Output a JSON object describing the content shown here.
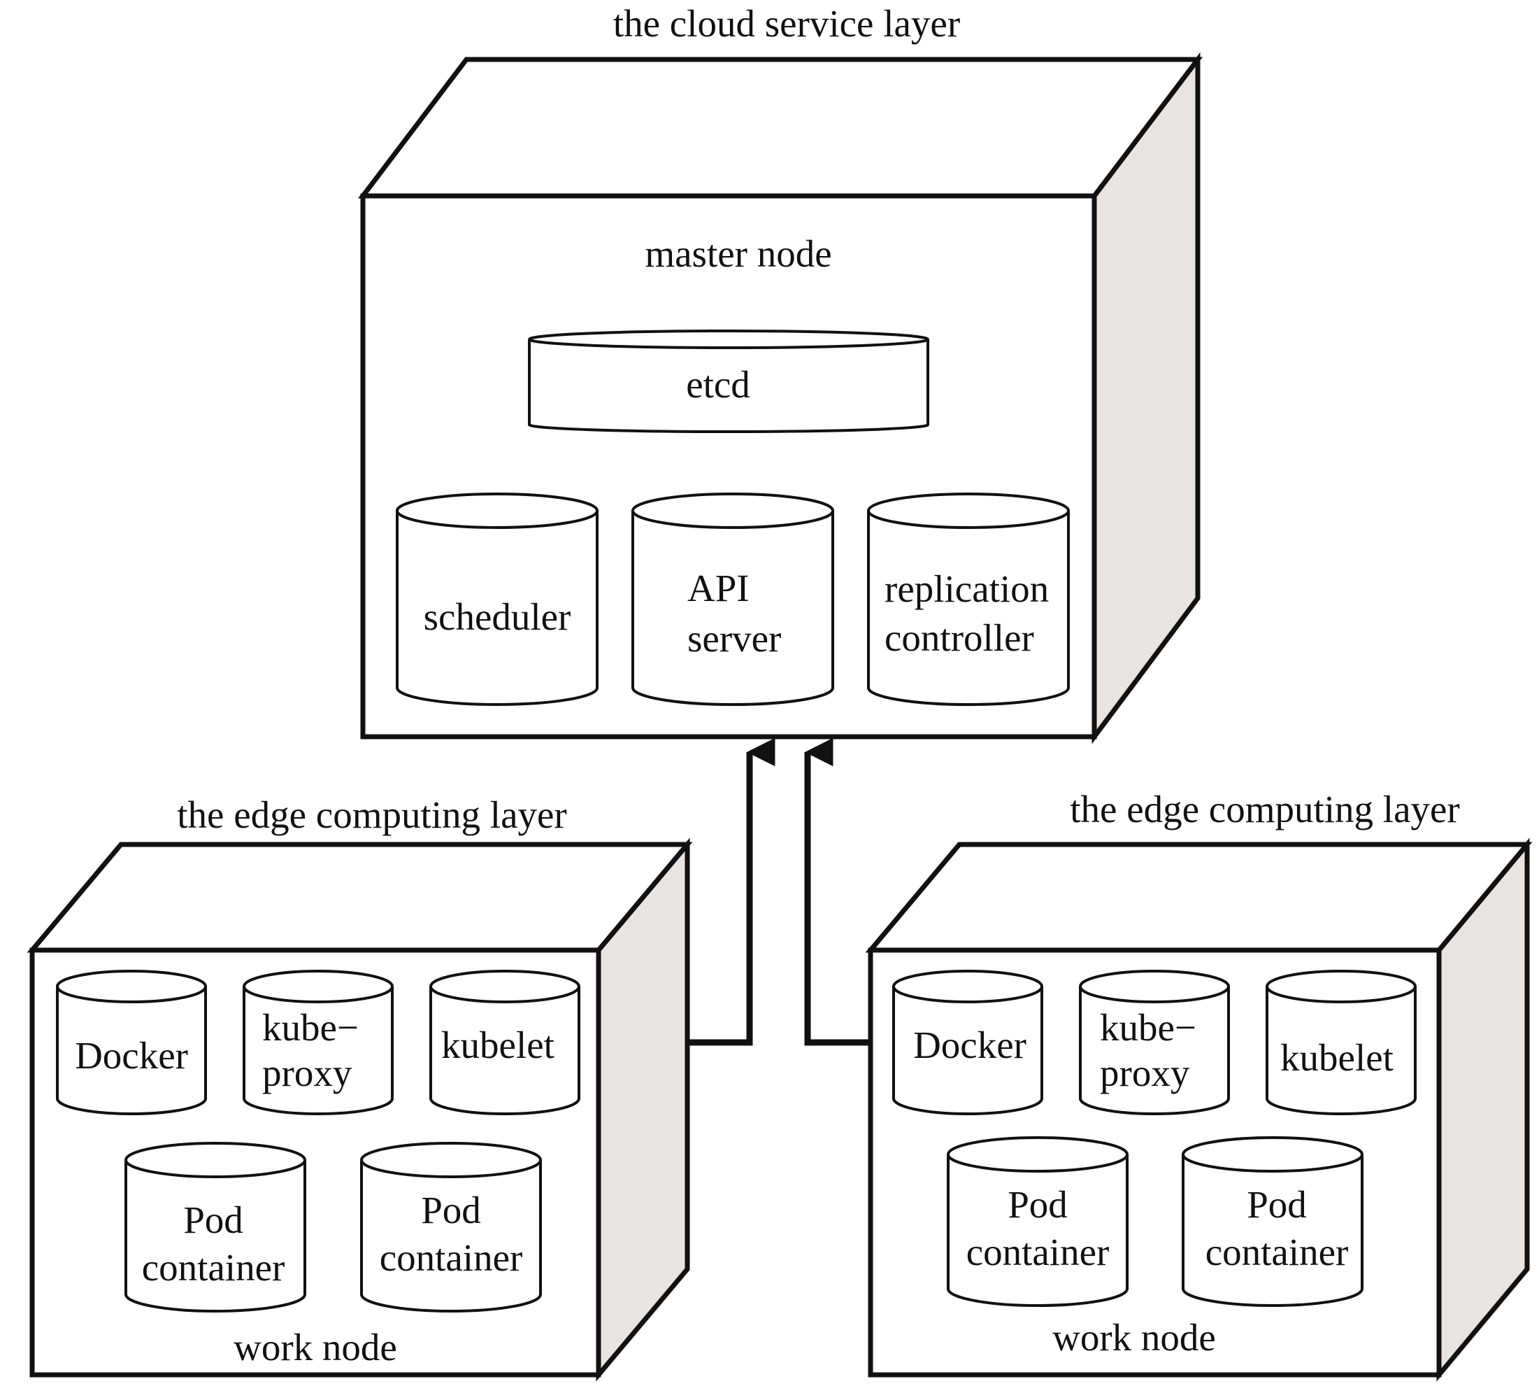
{
  "diagram": {
    "cloud": {
      "layer_label": "the cloud service layer",
      "node_label": "master node",
      "etcd": "etcd",
      "components": [
        {
          "lines": [
            "scheduler"
          ]
        },
        {
          "lines": [
            "API",
            "server"
          ]
        },
        {
          "lines": [
            "replication",
            "controller"
          ]
        }
      ]
    },
    "edge_left": {
      "layer_label": "the edge computing layer",
      "node_label": "work node",
      "docker": "Docker",
      "kube_proxy": [
        "kube−",
        "proxy"
      ],
      "kubelet": "kubelet",
      "pods": [
        {
          "lines": [
            "Pod",
            "container"
          ]
        },
        {
          "lines": [
            "Pod",
            "container"
          ]
        }
      ]
    },
    "edge_right": {
      "layer_label": "the edge computing layer",
      "node_label": "work node",
      "docker": "Docker",
      "kube_proxy": [
        "kube−",
        "proxy"
      ],
      "kubelet": "kubelet",
      "pods": [
        {
          "lines": [
            "Pod",
            "container"
          ]
        },
        {
          "lines": [
            "Pod",
            "container"
          ]
        }
      ]
    }
  },
  "colors": {
    "line": "#111111",
    "side_shade": "#e8e4e1",
    "background": "#ffffff"
  }
}
